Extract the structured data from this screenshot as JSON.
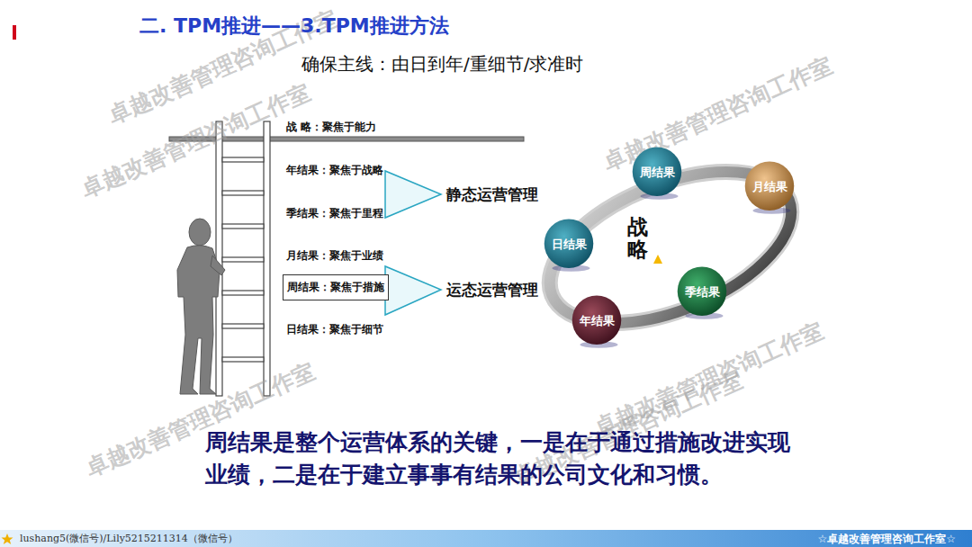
{
  "diagram": {
    "title": "二. TPM推进——3.TPM推进方法",
    "caption": "周结果是整个运营体系的关键，一是在于通过措施改进实现业绩，二是在于建立事事有结果的公司文化和习惯。",
    "nodes": [
      {
        "text": [
          "周结果：聚焦于措施"
        ]
      },
      {
        "text": [
          "周结果"
        ]
      },
      {
        "text": [
          "月结果"
        ]
      },
      {
        "text": [
          "日结果"
        ]
      },
      {
        "text": [
          "季结果"
        ]
      },
      {
        "text": [
          "年结果"
        ]
      }
    ],
    "labels": [
      "确保主线：由日到年/重细节/求准时",
      "战 略：聚焦于能力",
      "年结果：聚焦于战略",
      "季结果：聚焦于里程",
      "月结果：聚焦于业绩",
      "日结果：聚焦于细节",
      "静态运营管理",
      "运态运营管理",
      "战略",
      "卓越改善管理咨询工作室",
      "卓越改善管理咨询工作室",
      "卓越改善管理咨询工作室",
      "卓越改善管理咨询工作室",
      "卓越改善管理咨询工作室",
      "卓越改善管理咨询工作室",
      "lushang5(微信号)/Lily5215211314（微信号）",
      "☆卓越改善管理咨询工作室☆"
    ]
  }
}
